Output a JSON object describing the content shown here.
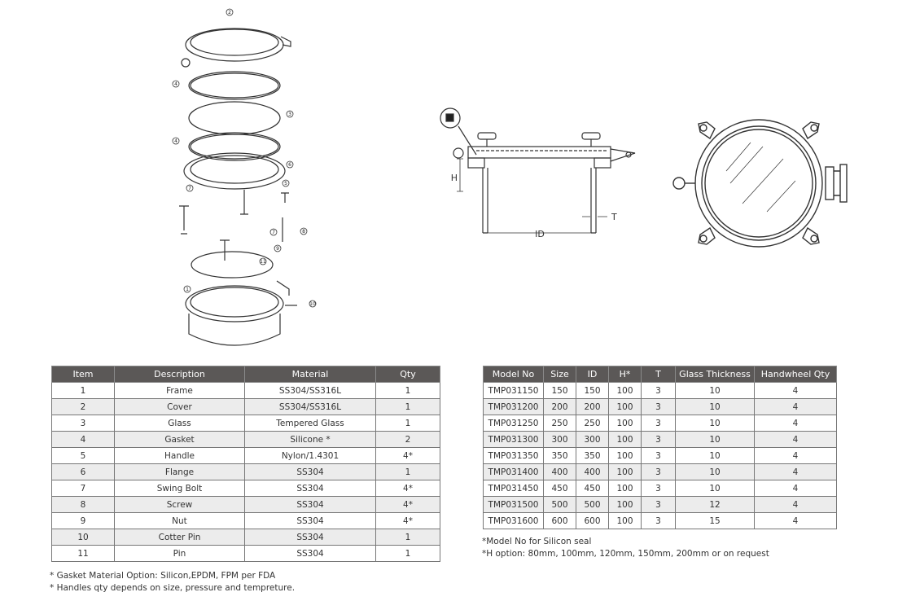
{
  "exploded_view": {
    "callouts": [
      "2",
      "4",
      "3",
      "4",
      "6",
      "7",
      "5",
      "7",
      "8",
      "9",
      "11",
      "1",
      "10"
    ]
  },
  "side_view": {
    "labels": {
      "h": "H",
      "id": "ID",
      "t": "T"
    }
  },
  "parts_table": {
    "headers": [
      "Item",
      "Description",
      "Material",
      "Qty"
    ],
    "rows": [
      [
        "1",
        "Frame",
        "SS304/SS316L",
        "1"
      ],
      [
        "2",
        "Cover",
        "SS304/SS316L",
        "1"
      ],
      [
        "3",
        "Glass",
        "Tempered Glass",
        "1"
      ],
      [
        "4",
        "Gasket",
        "Silicone *",
        "2"
      ],
      [
        "5",
        "Handle",
        "Nylon/1.4301",
        "4*"
      ],
      [
        "6",
        "Flange",
        "SS304",
        "1"
      ],
      [
        "7",
        "Swing Bolt",
        "SS304",
        "4*"
      ],
      [
        "8",
        "Screw",
        "SS304",
        "4*"
      ],
      [
        "9",
        "Nut",
        "SS304",
        "4*"
      ],
      [
        "10",
        "Cotter Pin",
        "SS304",
        "1"
      ],
      [
        "11",
        "Pin",
        "SS304",
        "1"
      ]
    ],
    "notes": [
      "* Gasket Material Option: Silicon,EPDM, FPM per FDA",
      "* Handles qty depends on size, pressure and tempreture."
    ]
  },
  "model_table": {
    "headers": [
      "Model No",
      "Size",
      "ID",
      "H*",
      "T",
      "Glass Thickness",
      "Handwheel Qty"
    ],
    "rows": [
      [
        "TMP031150",
        "150",
        "150",
        "100",
        "3",
        "10",
        "4"
      ],
      [
        "TMP031200",
        "200",
        "200",
        "100",
        "3",
        "10",
        "4"
      ],
      [
        "TMP031250",
        "250",
        "250",
        "100",
        "3",
        "10",
        "4"
      ],
      [
        "TMP031300",
        "300",
        "300",
        "100",
        "3",
        "10",
        "4"
      ],
      [
        "TMP031350",
        "350",
        "350",
        "100",
        "3",
        "10",
        "4"
      ],
      [
        "TMP031400",
        "400",
        "400",
        "100",
        "3",
        "10",
        "4"
      ],
      [
        "TMP031450",
        "450",
        "450",
        "100",
        "3",
        "10",
        "4"
      ],
      [
        "TMP031500",
        "500",
        "500",
        "100",
        "3",
        "12",
        "4"
      ],
      [
        "TMP031600",
        "600",
        "600",
        "100",
        "3",
        "15",
        "4"
      ]
    ],
    "notes": [
      "*Model No for Silicon seal",
      "*H option: 80mm, 100mm, 120mm, 150mm, 200mm or on request"
    ]
  }
}
